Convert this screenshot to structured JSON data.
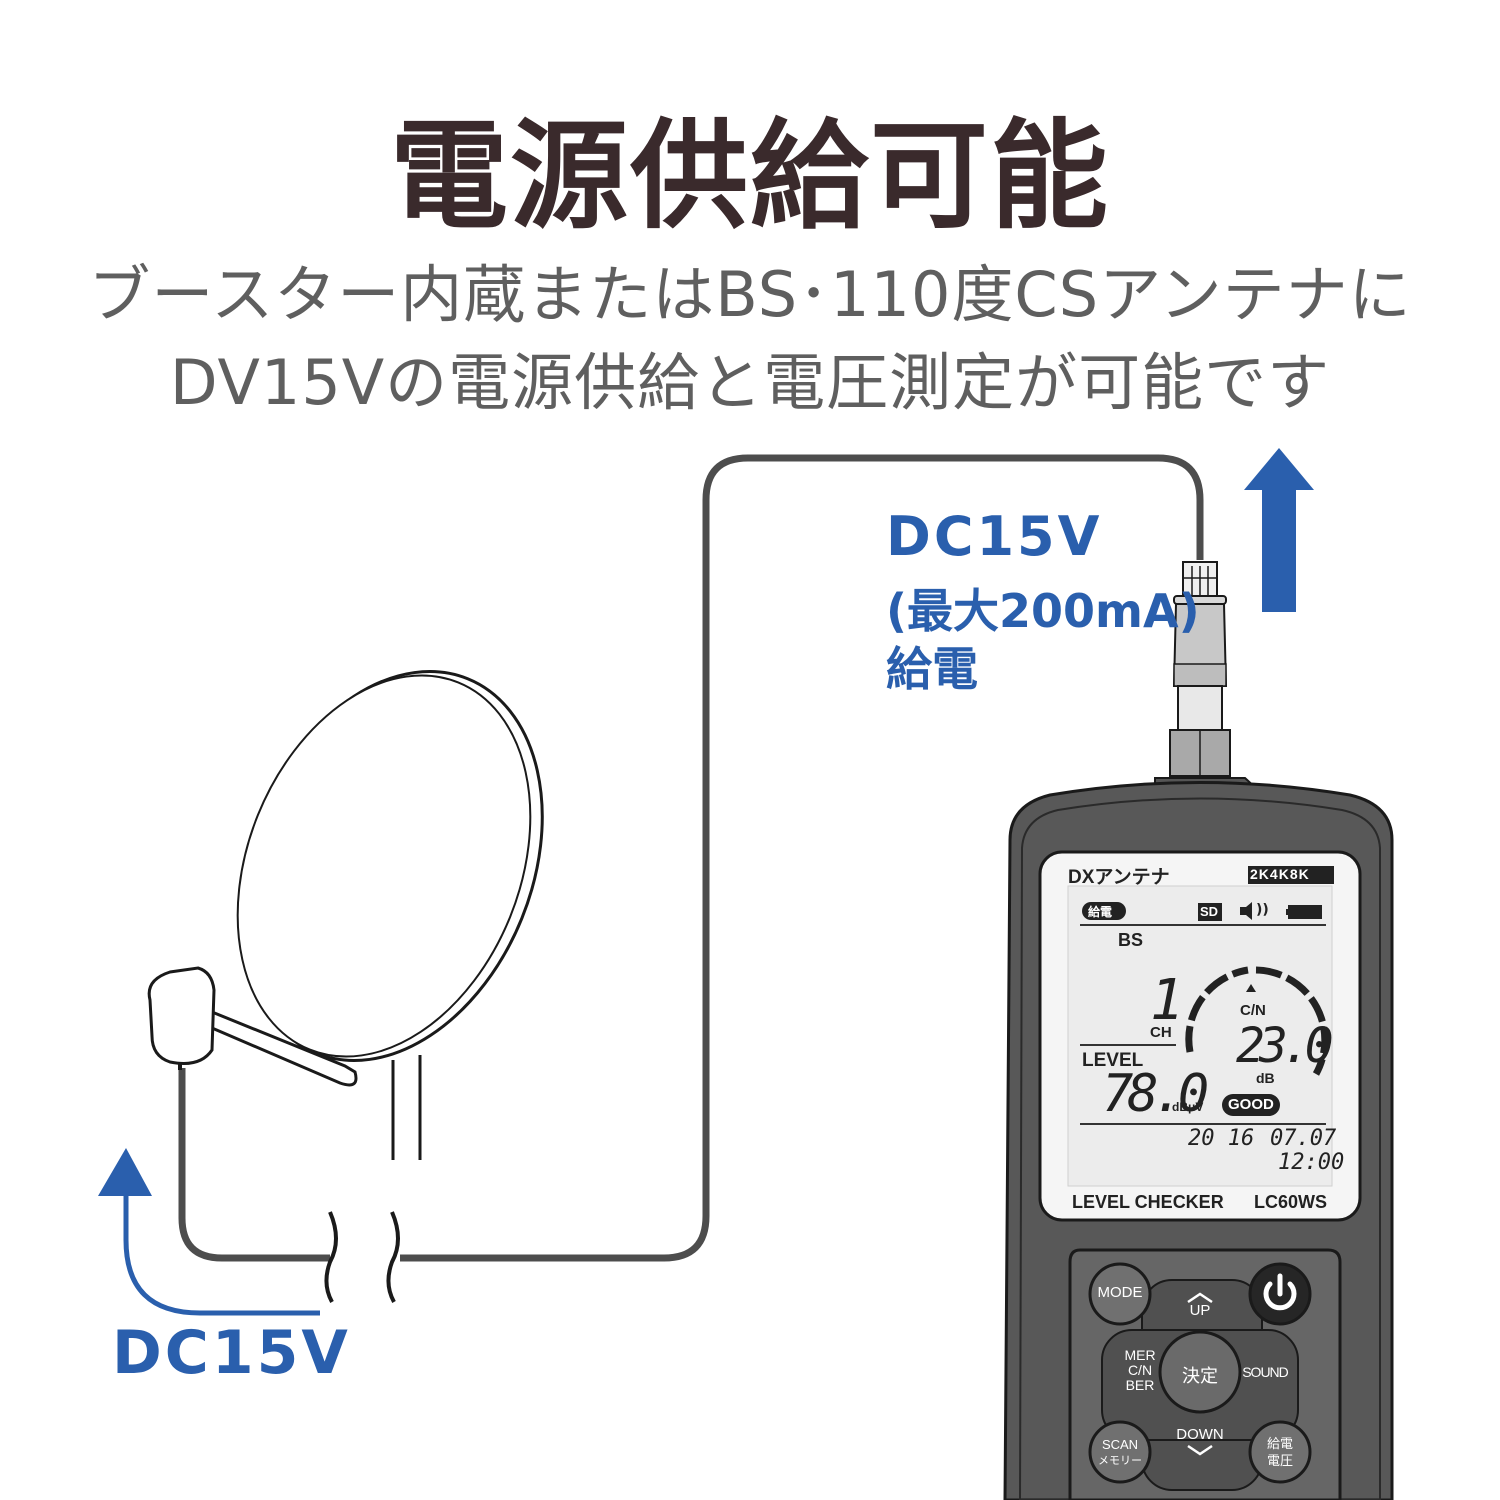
{
  "heading": {
    "title": "電源供給可能",
    "subtitle_line1": "ブースター内蔵またはBS･110度CSアンテナに",
    "subtitle_line2": "DV15Vの電源供給と電圧測定が可能です"
  },
  "labels": {
    "output_voltage": "DC15V",
    "output_current": "(最大200mA)",
    "output_feed": "給電",
    "antenna_voltage": "DC15V"
  },
  "colors": {
    "title": "#3a2a2c",
    "subtitle": "#5f5f5f",
    "accent_blue": "#2a5fad",
    "device_body": "#555555",
    "cable": "#4d4d4d"
  },
  "device": {
    "brand": "DXアンテナ",
    "resolution_badges": [
      "2K",
      "4K",
      "8K"
    ],
    "model_label": "LEVEL CHECKER",
    "model_number": "LC60WS",
    "lcd": {
      "power_feed_badge": "給電",
      "sd_icon": "SD",
      "speaker_icon": "speaker-icon",
      "battery_icon": "battery-icon",
      "band": "BS",
      "channel": "1",
      "channel_unit": "CH",
      "level_label": "LEVEL",
      "level_value": "78.0",
      "level_unit": "dBμV",
      "cn_label": "C/N",
      "cn_value": "23.0",
      "cn_unit": "dB",
      "quality": "GOOD",
      "year": "20 16",
      "date": "07.07",
      "time": "12:00"
    },
    "buttons": {
      "mode": "MODE",
      "power": "power-icon",
      "up": "UP",
      "down": "DOWN",
      "enter": "決定",
      "left_line1": "MER",
      "left_line2": "C/N",
      "left_line3": "BER",
      "sound": "SOUND",
      "scan_line1": "SCAN",
      "scan_line2": "メモリー",
      "feed_line1": "給電",
      "feed_line2": "電圧"
    }
  }
}
